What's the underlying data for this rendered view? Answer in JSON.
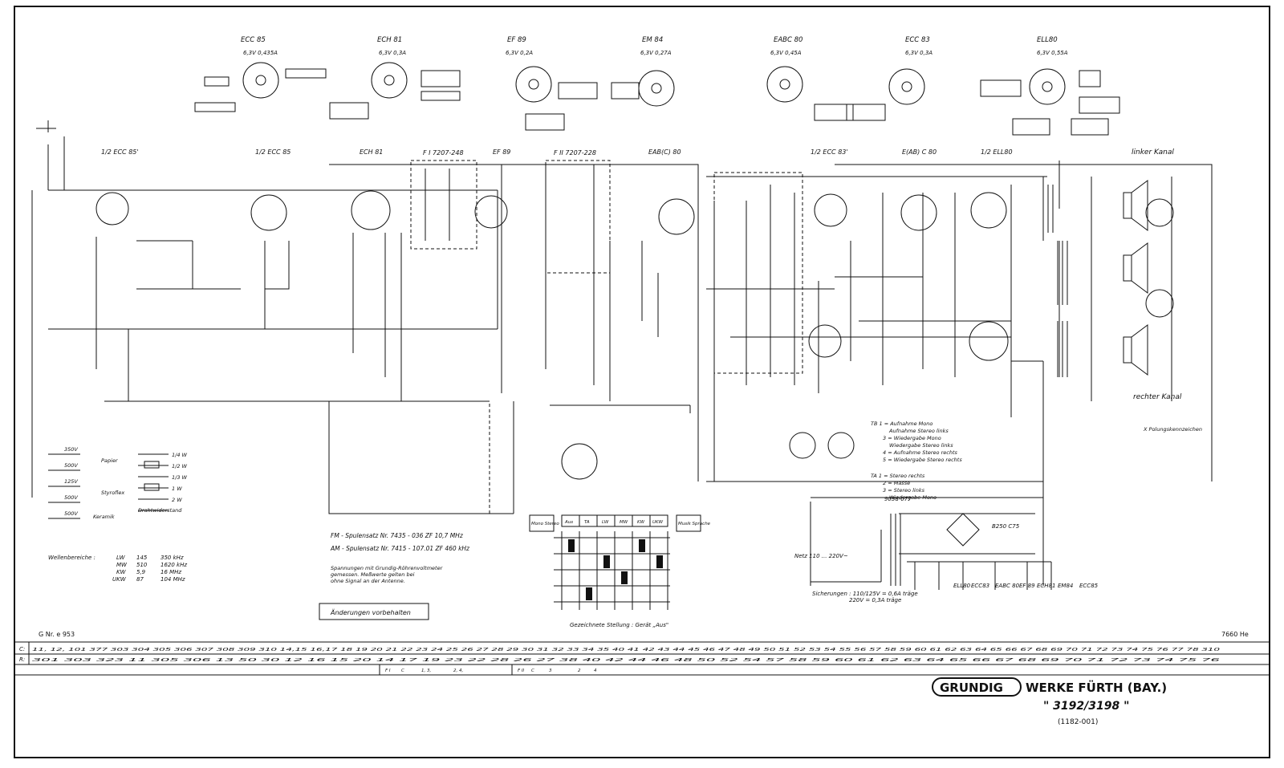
{
  "tubes": [
    {
      "type": "ECC 85",
      "rating": "6,3V 0,435A"
    },
    {
      "type": "ECH 81",
      "rating": "6,3V 0,3A"
    },
    {
      "type": "EF 89",
      "rating": "6,3V 0,2A"
    },
    {
      "type": "EM 84",
      "rating": "6,3V 0,27A"
    },
    {
      "type": "EABC 80",
      "rating": "6,3V 0,45A"
    },
    {
      "type": "ECC 83",
      "rating": "6,3V 0,3A"
    },
    {
      "type": "ELL80",
      "rating": "6,3V 0,55A"
    }
  ],
  "stage_labels": [
    {
      "text": "1/2 ECC 85'"
    },
    {
      "text": "1/2 ECC 85"
    },
    {
      "text": "ECH 81"
    },
    {
      "text": "EF 89"
    },
    {
      "text": "EAB(C) 80"
    },
    {
      "text": "1/2 ECC 83'"
    },
    {
      "text": "E(AB) C 80"
    },
    {
      "text": "1/2 ELL80"
    }
  ],
  "if_filters": [
    {
      "text": "F I  7207-248"
    },
    {
      "text": "F II  7207-228"
    }
  ],
  "channels": {
    "left": "linker Kanal",
    "right": "rechter Kanal"
  },
  "coil_sets": {
    "fm": "FM - Spulensatz Nr. 7435 - 036   ZF 10,7 MHz",
    "am": "AM - Spulensatz Nr. 7415 - 107.01   ZF 460 kHz"
  },
  "wave_ranges": {
    "title": "Wellenbereiche :",
    "rows": [
      {
        "band": "LW",
        "from": "145",
        "to": "350 kHz"
      },
      {
        "band": "MW",
        "from": "510",
        "to": "1620 kHz"
      },
      {
        "band": "KW",
        "from": "5,9",
        "to": "16 MHz"
      },
      {
        "band": "UKW",
        "from": "87",
        "to": "104 MHz"
      }
    ]
  },
  "measurement_note": [
    "Spannungen mit Grundig-Röhrenvoltmeter",
    "gemessen. Meßwerte gelten bei",
    "ohne Signal an der Antenne."
  ],
  "legend": {
    "capacitors": [
      {
        "voltage": "350V",
        "material": "Papier"
      },
      {
        "voltage": "500V",
        "material": ""
      },
      {
        "voltage": "125V",
        "material": "Styroflex"
      },
      {
        "voltage": "500V",
        "material": ""
      },
      {
        "voltage": "500V",
        "material": "Keramik"
      }
    ],
    "resistors": [
      "1/4 W",
      "1/2 W",
      "1/3 W",
      "1 W",
      "2 W",
      "Drahtwiderstand"
    ]
  },
  "tape_notes": {
    "tb": [
      "TB  1 = Aufnahme Mono",
      "Aufnahme Stereo links",
      "3 = Wiedergabe Mono",
      "Wiedergabe Stereo links",
      "4 = Aufnahme Stereo rechts",
      "5 = Wiedergabe Stereo rechts"
    ],
    "ta": [
      "TA  1 = Stereo rechts",
      "2 = Masse",
      "3 = Stereo links",
      "Wiedergabe Mono"
    ]
  },
  "switch_panel": {
    "headers": [
      "Aus",
      "TA",
      "LW",
      "MW",
      "KW",
      "UKW"
    ],
    "mono_stereo": "Mono Stereo",
    "musik_sprache": "Musik Sprache",
    "caption": "Gezeichnete Stellung : Gerät „Aus\""
  },
  "power_supply": {
    "transformer": "9038-077",
    "rectifier": "B250 C75",
    "mains": "Netz 110 ... 220V~",
    "fuses": [
      "Sicherungen :  110/125V = 0,6A träge",
      "220V = 0,3A träge"
    ],
    "heater_chain": [
      "ELL80",
      "ECC83",
      "EABC 80",
      "EF 89",
      "ECH81",
      "EM84",
      "ECC85"
    ]
  },
  "polarity_note": "X Polungskennzeichen",
  "changes_note": "Änderungen vorbehalten",
  "drawing_no": "G Nr. e 953",
  "sheet_no": "7660 He",
  "part_rows": {
    "capacitors": {
      "label": "C:",
      "refs": "11, 12, 101 377  303 304 305 306 307 308 309 310  14,15 16,17  18 19 20 21  22 23 24 25  26 27 28 29  30 31 32 33 34 35  40 41 42 43 44 45 46  47 48 49 50 51 52 53 54 55 56  57 58  59 60 61 62 63  64 65 66 67 68  69 70 71 72 73 74 75 76 77 78 310"
    },
    "resistors": {
      "label": "R:",
      "refs": "301 303 323  11  305 306  13 50 30 12 16 15  20 14 17  19 23 22  28 26 27  38 40 42 44 46 48 50 52 54  57 58 59 60 61 62 63  64 65 66 67 68 69 70 71 72 73 74 75 76"
    },
    "if_refs": [
      "F I",
      "C",
      "1, 3,",
      "2, 4,",
      "F II",
      "C",
      "3",
      "2",
      "4"
    ]
  },
  "maker": {
    "logo": "GRUNDIG",
    "name": "WERKE FÜRTH (BAY.)",
    "model": "\" 3192/3198 \"",
    "code": "(1182-001)"
  }
}
